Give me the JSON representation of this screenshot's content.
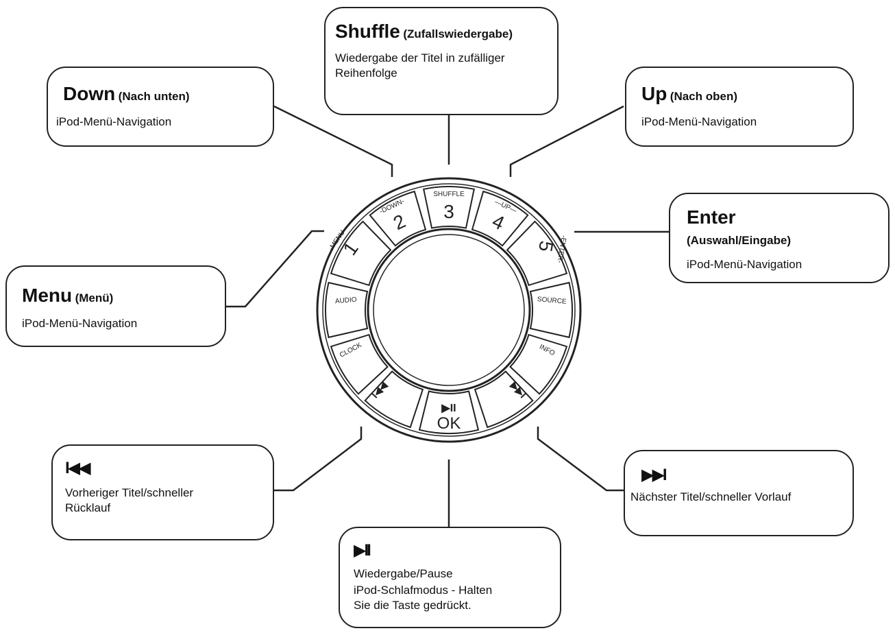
{
  "callouts": {
    "shuffle": {
      "title": "Shuffle",
      "subtitle": "(Zufallswiedergabe)",
      "desc_line1": "Wiedergabe der Titel in zufälliger",
      "desc_line2": "Reihenfolge"
    },
    "down": {
      "title": "Down",
      "subtitle": "(Nach unten)",
      "desc": "iPod-Menü-Navigation"
    },
    "up": {
      "title": "Up",
      "subtitle": "(Nach oben)",
      "desc": "iPod-Menü-Navigation"
    },
    "enter": {
      "title": "Enter",
      "subtitle": "(Auswahl/Eingabe)",
      "desc": "iPod-Menü-Navigation"
    },
    "menu": {
      "title": "Menu",
      "subtitle": "(Menü)",
      "desc": "iPod-Menü-Navigation"
    },
    "prev": {
      "symbol": "I◀◀",
      "desc_line1": "Vorheriger Titel/schneller",
      "desc_line2": "Rücklauf"
    },
    "next": {
      "symbol": "▶▶I",
      "desc": "Nächster Titel/schneller Vorlauf"
    },
    "playpause": {
      "symbol": "▶II",
      "desc_line1": "Wiedergabe/Pause",
      "desc_line2": "iPod-Schlafmodus - Halten",
      "desc_line3": "Sie die Taste gedrückt."
    }
  },
  "wheel": {
    "btn1_tag": "-MENU-",
    "btn1_num": "1",
    "btn2_tag": "-DOWN-",
    "btn2_num": "2",
    "btn3_tag": "SHUFFLE",
    "btn3_num": "3",
    "btn4_tag": "—UP—",
    "btn4_num": "4",
    "btn5_tag": "-ENTER-",
    "btn5_num": "5",
    "audio": "AUDIO",
    "source": "SOURCE",
    "clock": "CLOCK",
    "info": "INFO",
    "prev_sym": "I◀◀",
    "next_sym": "▶▶I",
    "ok_sym": "▶II",
    "ok": "OK"
  }
}
